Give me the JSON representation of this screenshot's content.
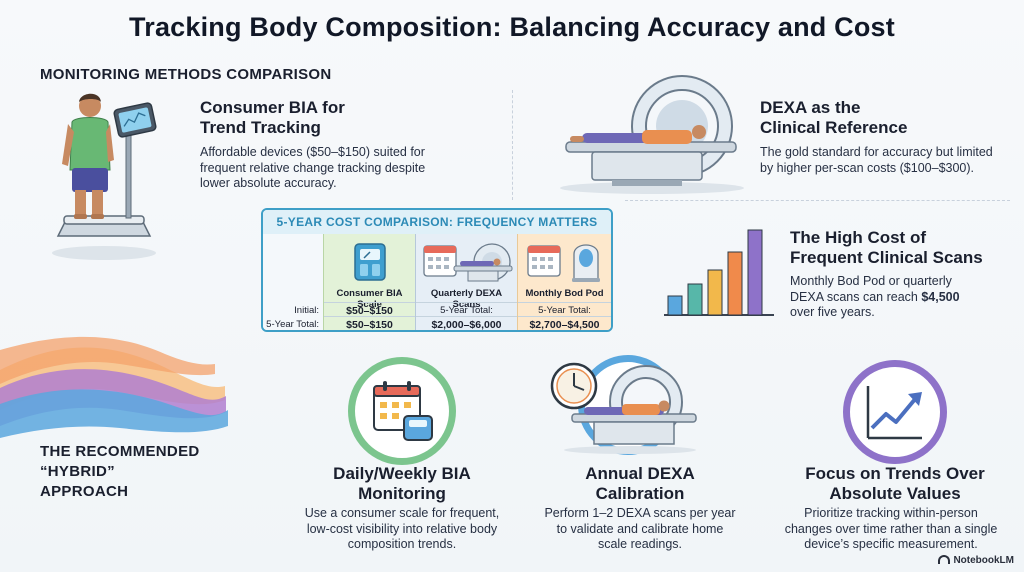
{
  "title": "Tracking Body Composition: Balancing Accuracy and Cost",
  "monitoring": {
    "label": "MONITORING METHODS COMPARISON",
    "bia": {
      "heading_line1": "Consumer BIA for",
      "heading_line2": "Trend Tracking",
      "body_line1": "Affordable devices ($50–$150) suited for",
      "body_line2": "frequent relative change tracking despite",
      "body_line3": "lower absolute accuracy."
    },
    "dexa": {
      "heading_line1": "DEXA as the",
      "heading_line2": "Clinical Reference",
      "body_line1": "The gold standard for accuracy but limited",
      "body_line2": "by higher per-scan costs ($100–$300)."
    },
    "high_cost": {
      "heading_line1": "The High Cost of",
      "heading_line2": "Frequent Clinical Scans",
      "body_line1": "Monthly Bod Pod or quarterly",
      "body_line2": "DEXA scans can reach",
      "body_amount": "$4,500",
      "body_line3": "over five years."
    }
  },
  "cost_table": {
    "header": "5-YEAR COST COMPARISON: FREQUENCY MATTERS",
    "row_labels": {
      "initial": "Initial:",
      "total": "5-Year Total:"
    },
    "columns": [
      {
        "name": "Consumer BIA Scale",
        "initial": "$50–$150",
        "total": "$50–$150"
      },
      {
        "name": "Quarterly DEXA Scans",
        "initial": "",
        "total_label": "5-Year Total:",
        "total": "$2,000–$6,000"
      },
      {
        "name": "Monthly Bod Pod",
        "initial": "",
        "total_label": "5-Year Total:",
        "total": "$2,700–$4,500"
      }
    ]
  },
  "hybrid": {
    "label_line1": "THE RECOMMENDED",
    "label_line2": "“HYBRID”",
    "label_line3": "APPROACH",
    "steps": [
      {
        "heading_line1": "Daily/Weekly BIA",
        "heading_line2": "Monitoring",
        "body_line1": "Use a consumer scale for frequent,",
        "body_line2": "low-cost visibility into relative body",
        "body_line3": "composition trends."
      },
      {
        "heading_line1": "Annual DEXA",
        "heading_line2": "Calibration",
        "body_line1": "Perform 1–2 DEXA scans per year",
        "body_line2": "to validate and calibrate home",
        "body_line3": "scale readings."
      },
      {
        "heading_line1": "Focus on Trends Over",
        "heading_line2": "Absolute Values",
        "body_line1": "Prioritize tracking within-person",
        "body_line2": "changes over time rather than a single",
        "body_line3": "device’s specific measurement."
      }
    ]
  },
  "brand": "NotebookLM",
  "colors": {
    "accent_blue": "#3e9fc7",
    "bia_green": "#e3f2d8",
    "dexa_blue": "#e6eef6",
    "bodpod_orange": "#fde8cc",
    "ring_green": "#7cc58e",
    "ring_blue": "#5aa7de",
    "ring_purple": "#8e72c9"
  },
  "icons": [
    "person-on-scale-icon",
    "dexa-scanner-icon",
    "bar-chart-icon",
    "calendar-scale-icon",
    "clock-scanner-icon",
    "trend-up-icon",
    "notebooklm-logo-icon"
  ]
}
